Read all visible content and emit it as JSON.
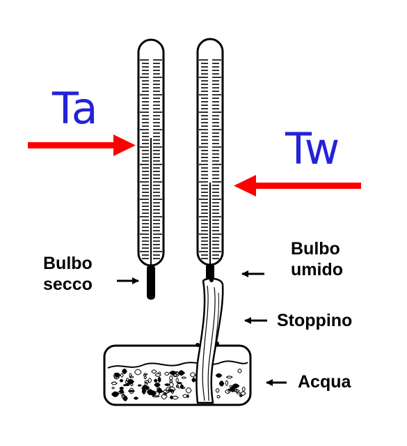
{
  "colors": {
    "label_blue": "#2323d8",
    "arrow_red": "#ff0000",
    "ink": "#000000"
  },
  "labels": {
    "ta": "Ta",
    "tw": "Tw",
    "dry_bulb_line1": "Bulbo",
    "dry_bulb_line2": "secco",
    "wet_bulb_line1": "Bulbo",
    "wet_bulb_line2": "umido",
    "wick": "Stoppino",
    "water": "Acqua"
  },
  "icons": {
    "dry_thermometer": "thermometer-icon",
    "wet_thermometer": "thermometer-icon",
    "water_container": "water-container-icon",
    "wick": "wick-icon"
  }
}
